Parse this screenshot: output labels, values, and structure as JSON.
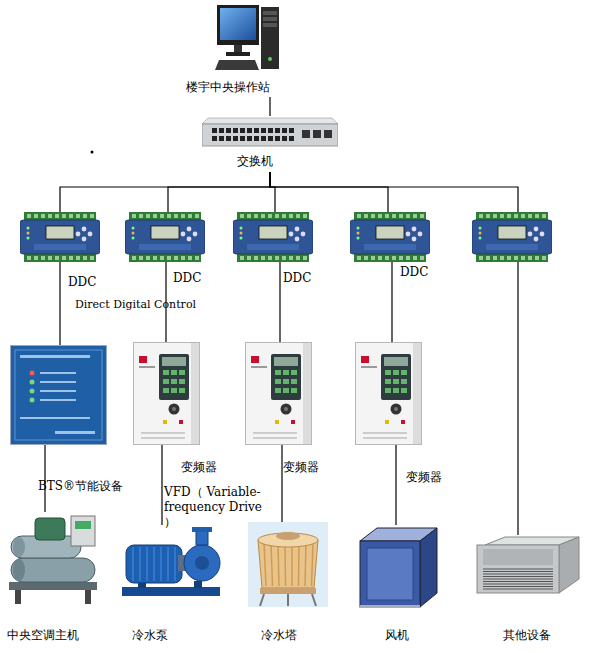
{
  "diagram": {
    "nodes": [
      {
        "text": [
          "楼宇中央操作站"
        ]
      },
      {
        "text": [
          "交换机"
        ]
      },
      {
        "text": [
          "DDC"
        ]
      },
      {
        "text": [
          "DDC"
        ]
      },
      {
        "text": [
          "DDC"
        ]
      },
      {
        "text": [
          "DDC"
        ]
      },
      {
        "text": []
      },
      {
        "text": [
          "BTS®节能设备"
        ]
      },
      {
        "text": [
          "变频器",
          "VFD（ Variable- frequency Drive ）"
        ]
      },
      {
        "text": [
          "变频器"
        ]
      },
      {
        "text": [
          "变频器"
        ]
      },
      {
        "text": [
          "中央空调主机"
        ]
      },
      {
        "text": [
          "冷水泵"
        ]
      },
      {
        "text": [
          "冷水塔"
        ]
      },
      {
        "text": [
          "风机"
        ]
      },
      {
        "text": [
          "其他设备"
        ]
      }
    ],
    "edges": [
      {
        "from": 0,
        "to": 1,
        "arrow": "none"
      },
      {
        "from": 1,
        "to": 2,
        "arrow": "none"
      },
      {
        "from": 1,
        "to": 3,
        "arrow": "none"
      },
      {
        "from": 1,
        "to": 4,
        "arrow": "none"
      },
      {
        "from": 1,
        "to": 5,
        "arrow": "none"
      },
      {
        "from": 1,
        "to": 6,
        "arrow": "none"
      },
      {
        "from": 2,
        "to": 7,
        "arrow": "none"
      },
      {
        "from": 3,
        "to": 8,
        "arrow": "none"
      },
      {
        "from": 4,
        "to": 9,
        "arrow": "none"
      },
      {
        "from": 5,
        "to": 10,
        "arrow": "none"
      },
      {
        "from": 7,
        "to": 11,
        "arrow": "none"
      },
      {
        "from": 8,
        "to": 12,
        "arrow": "none"
      },
      {
        "from": 9,
        "to": 13,
        "arrow": "none"
      },
      {
        "from": 10,
        "to": 14,
        "arrow": "none"
      },
      {
        "from": 6,
        "to": 15,
        "arrow": "none"
      }
    ],
    "labels": [
      "Direct Digital Control"
    ]
  }
}
